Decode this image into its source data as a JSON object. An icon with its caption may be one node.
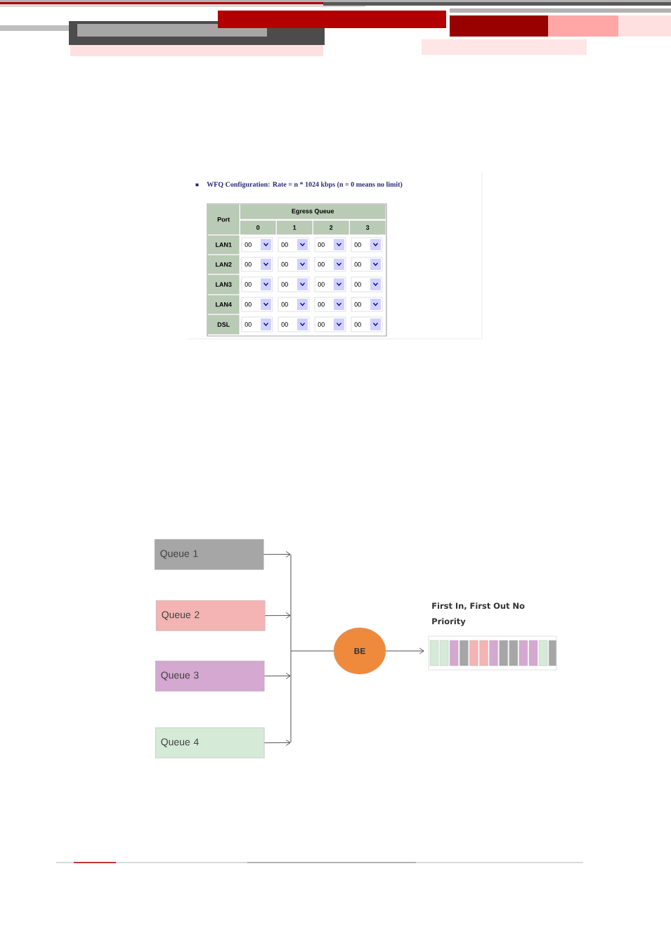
{
  "diagram": {
    "nodes": [
      {
        "text": [
          "Queue 1"
        ]
      },
      {
        "text": [
          "Queue 2"
        ]
      },
      {
        "text": [
          "Queue 3"
        ]
      },
      {
        "text": [
          "Queue 4"
        ]
      },
      {
        "text": [
          "BE"
        ]
      },
      {
        "text": [
          "First In, First Out No Priority"
        ]
      }
    ],
    "edges": [
      {
        "from": 0,
        "to": null,
        "arrow": "to"
      },
      {
        "from": 1,
        "to": null,
        "arrow": "to"
      },
      {
        "from": 2,
        "to": null,
        "arrow": "to"
      },
      {
        "from": 3,
        "to": null,
        "arrow": "to"
      },
      {
        "from": null,
        "to": 4,
        "arrow": "none"
      },
      {
        "from": 4,
        "to": 5,
        "arrow": "to"
      }
    ],
    "labels": [
      "WFQ Configuration: Rate = n * 1024 kbps (n = 0 means no limit)",
      "Port",
      "Egress Queue",
      "0",
      "1",
      "2",
      "3",
      "LAN1",
      "00",
      "00",
      "00",
      "00",
      "LAN2",
      "00",
      "00",
      "00",
      "00",
      "LAN3",
      "00",
      "00",
      "00",
      "00",
      "LAN4",
      "00",
      "00",
      "00",
      "00",
      "DSL",
      "00",
      "00",
      "00",
      "00"
    ]
  }
}
